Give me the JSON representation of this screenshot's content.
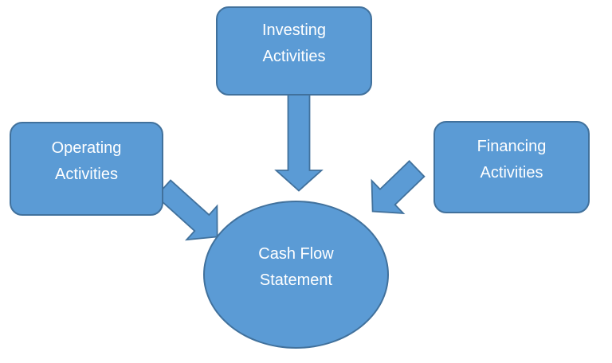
{
  "diagram": {
    "type": "converging-block-arrows",
    "nodes": {
      "operating": {
        "lines": [
          "Operating",
          "Activities"
        ]
      },
      "investing": {
        "lines": [
          "Investing",
          "Activities"
        ]
      },
      "financing": {
        "lines": [
          "Financing",
          "Activities"
        ]
      },
      "center": {
        "lines": [
          "Cash Flow",
          "Statement"
        ]
      }
    },
    "connections": [
      {
        "from": "Operating Activities",
        "to": "Cash Flow Statement"
      },
      {
        "from": "Investing Activities",
        "to": "Cash Flow Statement"
      },
      {
        "from": "Financing Activities",
        "to": "Cash Flow Statement"
      }
    ]
  },
  "colors": {
    "shape_fill": "#5b9bd5",
    "shape_border": "#41719c",
    "label_text": "#ffffff",
    "canvas_bg": "#ffffff"
  }
}
